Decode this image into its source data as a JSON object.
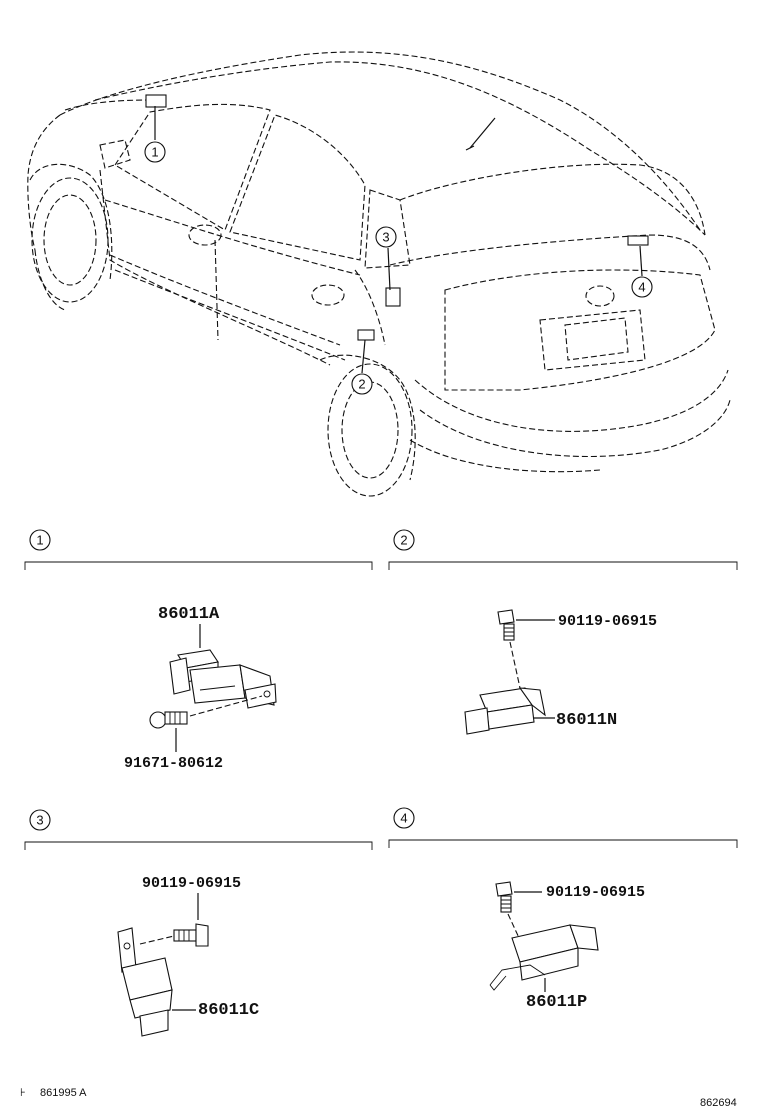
{
  "callouts": {
    "overview": [
      "1",
      "2",
      "3",
      "4"
    ],
    "sections": [
      "1",
      "2",
      "3",
      "4"
    ]
  },
  "section1": {
    "sensor": "86011A",
    "bolt": "91671-80612"
  },
  "section2": {
    "bolt": "90119-06915",
    "sensor": "86011N"
  },
  "section3": {
    "bolt": "90119-06915",
    "sensor": "86011C"
  },
  "section4": {
    "bolt": "90119-06915",
    "sensor": "86011P"
  },
  "footer": {
    "left_mark": "⊦",
    "left_code": "861995 A",
    "right_code": "862694"
  }
}
